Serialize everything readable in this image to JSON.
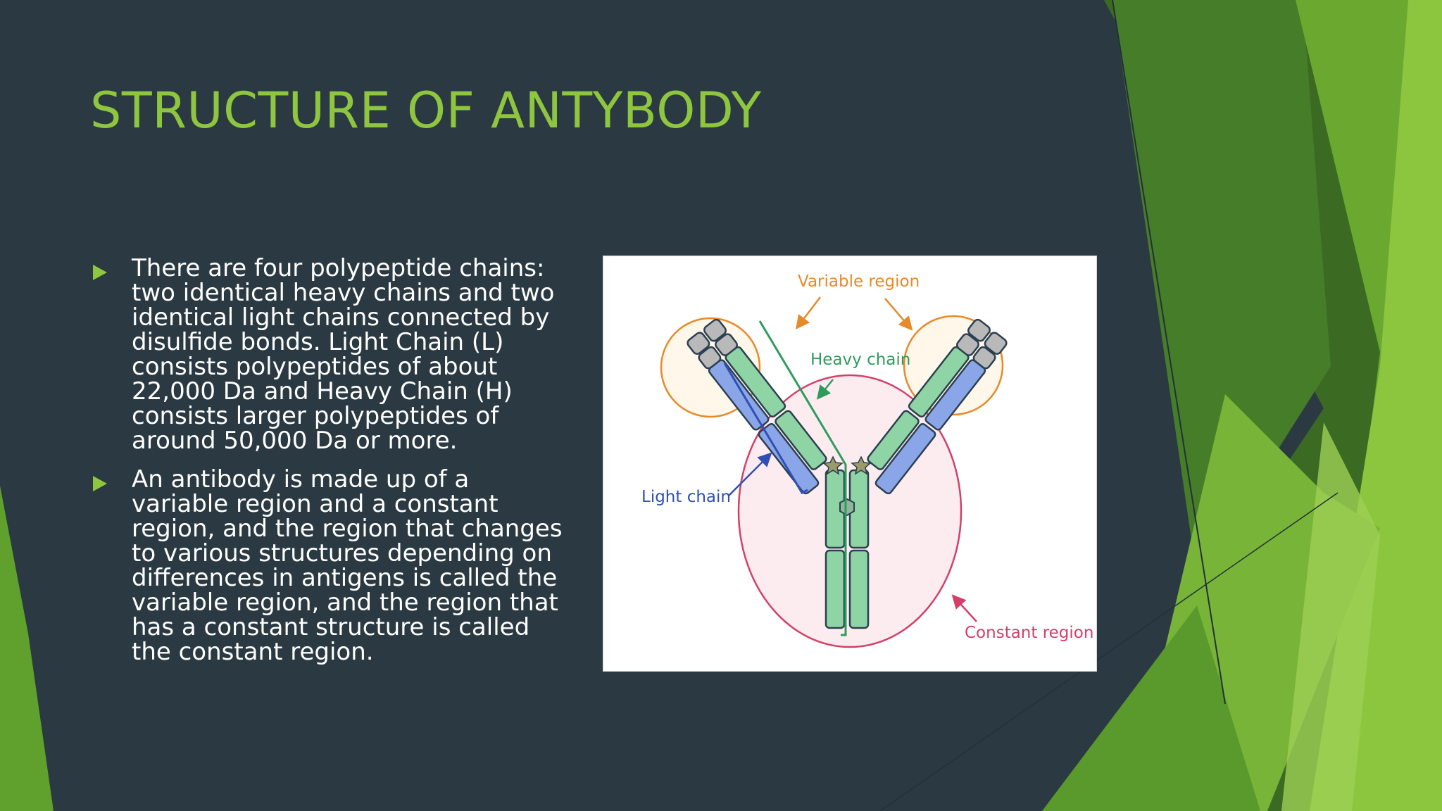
{
  "slide": {
    "title": "STRUCTURE OF ANTYBODY",
    "bullets": [
      "There are four polypeptide chains: two identical heavy chains and two identical light chains connected by disulfide bonds. Light Chain (L) consists polypeptides of about 22,000 Da and Heavy Chain (H) consists larger polypeptides of around 50,000 Da or more.",
      "An antibody is made up of a variable region and a constant region, and the region that changes to various structures depending on differences in antigens is called the variable region, and the region that has a constant structure is called the constant region."
    ]
  },
  "diagram": {
    "labels": {
      "variable_region": "Variable region",
      "heavy_chain": "Heavy chain",
      "light_chain": "Light chain",
      "constant_region": "Constant region"
    }
  },
  "colors": {
    "background": "#2b3a42",
    "accent_green": "#8ec63f",
    "text": "#ffffff",
    "variable_region": "#e8892a",
    "heavy_chain": "#2e9b5e",
    "light_chain": "#2f4fb4",
    "constant_region": "#d2406a"
  }
}
